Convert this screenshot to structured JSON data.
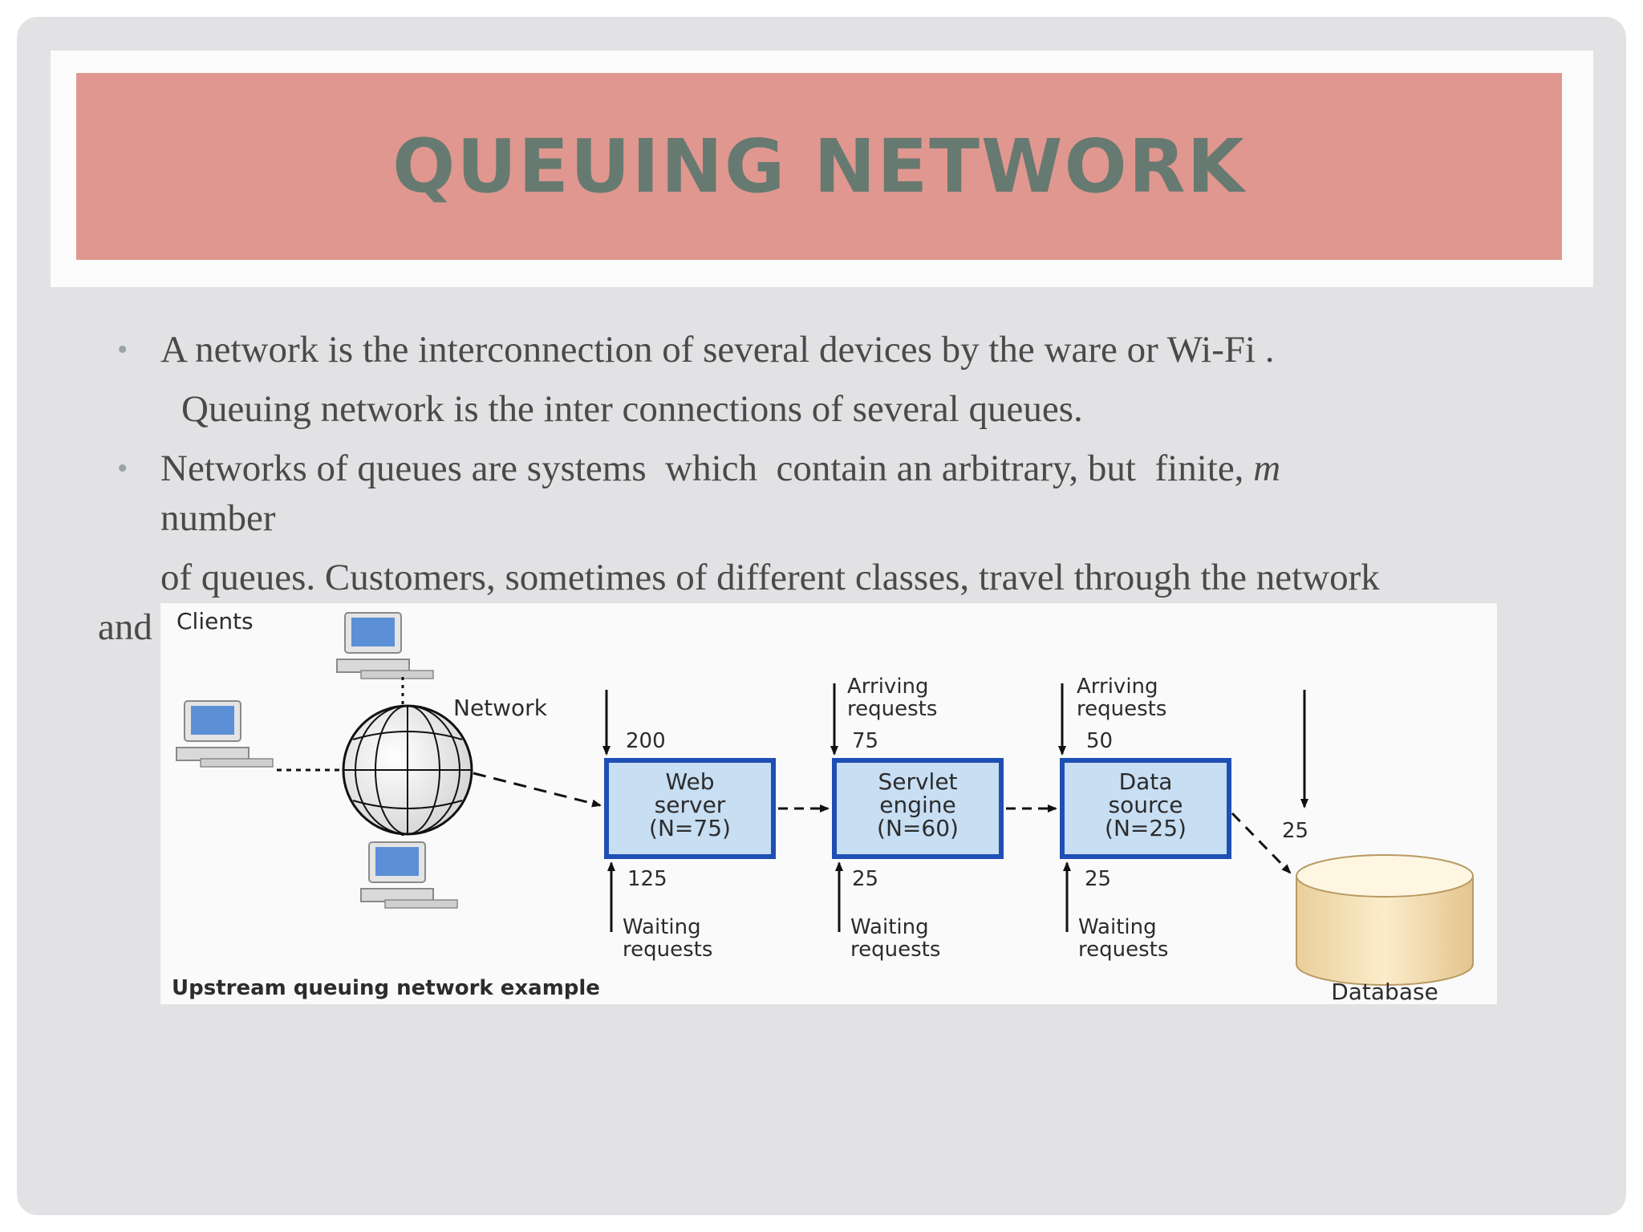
{
  "slide": {
    "title": "QUEUING NETWORK",
    "bullets": [
      {
        "line1": "A network  is the interconnection of several devices by  the ware or  Wi-Fi .",
        "line2": "Queuing  network  is  the  inter connections  of  several  queues."
      },
      {
        "line1_prefix": "Networks of queues are systems  which  contain an arbitrary, but  finite, ",
        "line1_italic": "m",
        "line2": "number",
        "line3": "of queues. Customers, sometimes of  different classes, travel through the network",
        "line4": "and"
      }
    ]
  },
  "diagram": {
    "clients_label": "Clients",
    "network_label": "Network",
    "caption": "Upstream queuing network example",
    "database_label": "Database",
    "servers": [
      {
        "line1": "Web",
        "line2": "server",
        "line3": "(N=75)",
        "arriving_label_1": "",
        "arriving_label_2": "",
        "arriving_value": "200",
        "waiting_value": "125",
        "waiting_label_1": "Waiting",
        "waiting_label_2": "requests"
      },
      {
        "line1": "Servlet",
        "line2": "engine",
        "line3": "(N=60)",
        "arriving_label_1": "Arriving",
        "arriving_label_2": "requests",
        "arriving_value": "75",
        "waiting_value": "25",
        "waiting_label_1": "Waiting",
        "waiting_label_2": "requests"
      },
      {
        "line1": "Data",
        "line2": "source",
        "line3": "(N=25)",
        "arriving_label_1": "Arriving",
        "arriving_label_2": "requests",
        "arriving_value": "50",
        "waiting_value": "25",
        "waiting_label_1": "Waiting",
        "waiting_label_2": "requests"
      }
    ],
    "database_value": "25",
    "colors": {
      "server_fill": "#c7def3",
      "server_border": "#1f4fb4",
      "database_fill": "#f2ddb3",
      "monitor_screen": "#5b8fd6"
    }
  }
}
